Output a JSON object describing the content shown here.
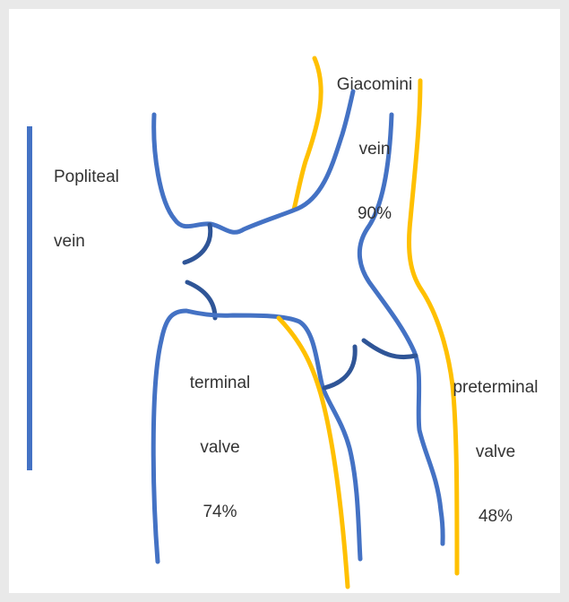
{
  "colors": {
    "vein": "#4472c4",
    "valve": "#2f5597",
    "tributary": "#ffc000",
    "text": "#333333",
    "frame": "#e9e9e9",
    "background": "#ffffff"
  },
  "labels": {
    "popliteal": {
      "line1": "Popliteal",
      "line2": "vein"
    },
    "giacomini": {
      "line1": "Giacomini",
      "line2": "vein",
      "line3": "90%"
    },
    "terminal": {
      "line1": "terminal",
      "line2": "valve",
      "line3": "74%"
    },
    "preterminal": {
      "line1": "preterminal",
      "line2": "valve",
      "line3": "48%"
    }
  }
}
